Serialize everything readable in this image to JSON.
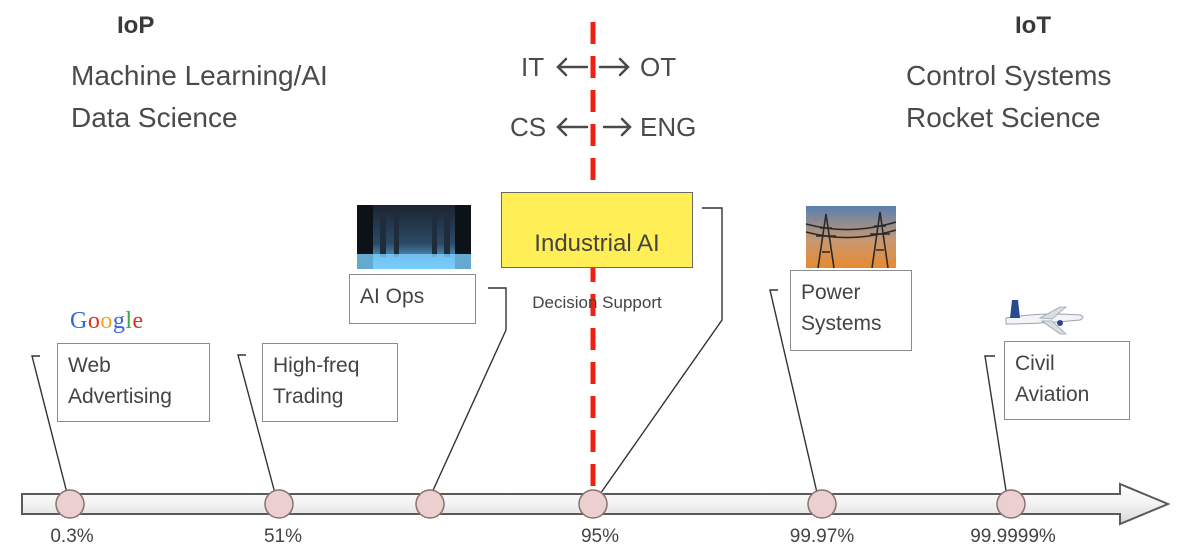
{
  "left": {
    "heading": "IoP",
    "line1": "Machine Learning/AI",
    "line2": "Data Science"
  },
  "right": {
    "heading": "IoT",
    "line1": "Control Systems",
    "line2": "Rocket Science"
  },
  "center": {
    "it": "IT",
    "ot": "OT",
    "cs": "CS",
    "eng": "ENG"
  },
  "boxes": {
    "web": "Web\nAdvertising",
    "hft": "High-freq\nTrading",
    "aiops": "AI Ops",
    "industrial_l1": "Industrial AI",
    "industrial_l2": "Decision Support",
    "power": "Power\nSystems",
    "aviation": "Civil\nAviation"
  },
  "logos": {
    "google": "Google"
  },
  "ticks": {
    "t1": "0.3%",
    "t2": "51%",
    "t3": "95%",
    "t4": "99.97%",
    "t5": "99.9999%"
  },
  "colors": {
    "axis_fill": "#efefef",
    "marker_fill": "#ecd0d0",
    "divider": "#ee2211",
    "highlight": "#ffee55"
  }
}
